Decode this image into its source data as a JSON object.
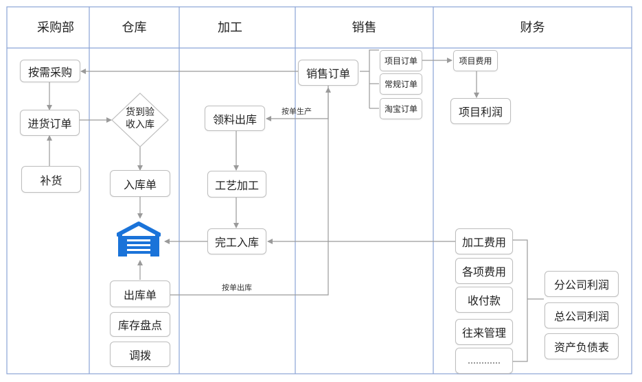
{
  "columns": [
    "采购部",
    "仓库",
    "加工",
    "销售",
    "财务"
  ],
  "purchasing": {
    "on_demand": "按需采购",
    "purchase_order": "进货订单",
    "restock": "补货"
  },
  "warehouse": {
    "inspect": "货到验收入库",
    "inspect_line1": "货到验",
    "inspect_line2": "收入库",
    "inbound_slip": "入库单",
    "warehouse_icon": "warehouse-icon",
    "outbound_slip": "出库单",
    "stocktake": "库存盘点",
    "transfer": "调拨"
  },
  "processing": {
    "material_out": "领料出库",
    "craft": "工艺加工",
    "finished_in": "完工入库"
  },
  "sales": {
    "sales_order": "销售订单",
    "project_order": "项目订单",
    "regular_order": "常规订单",
    "taobao_order": "淘宝订单"
  },
  "finance": {
    "project_cost": "项目费用",
    "project_profit": "项目利润",
    "processing_cost": "加工费用",
    "various_cost": "各项费用",
    "payment": "收付款",
    "accounts": "往来管理",
    "more": "…………",
    "branch_profit": "分公司利润",
    "hq_profit": "总公司利润",
    "balance_sheet": "资产负债表"
  },
  "annotations": {
    "produce_by_order": "按单生产",
    "ship_by_order": "按单出库"
  },
  "colors": {
    "grid": "#8aa4d6",
    "arrow": "#9a9a9a",
    "icon": "#1a73d9"
  }
}
